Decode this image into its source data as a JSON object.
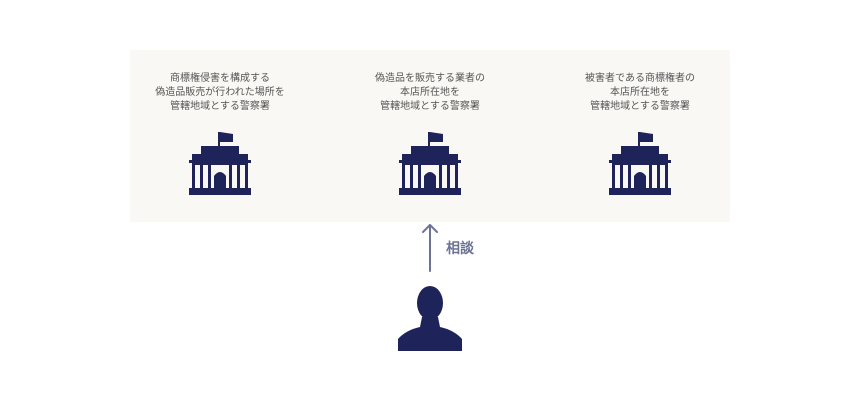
{
  "stations": [
    {
      "lines": [
        "商標権侵害を構成する",
        "偽造品販売が行われた場所を",
        "管轄地域とする警察署"
      ]
    },
    {
      "lines": [
        "偽造品を販売する業者の",
        "本店所在地を",
        "管轄地域とする警察署"
      ]
    },
    {
      "lines": [
        "被害者である商標権者の",
        "本店所在地を",
        "管轄地域とする警察署"
      ]
    }
  ],
  "consult_label": "相談",
  "colors": {
    "icon": "#1e2459",
    "arrow": "#6e7396",
    "panel": "#f9f8f5"
  },
  "icons": {
    "station": "police-station-icon",
    "person": "person-icon",
    "arrow": "arrow-up-icon"
  }
}
